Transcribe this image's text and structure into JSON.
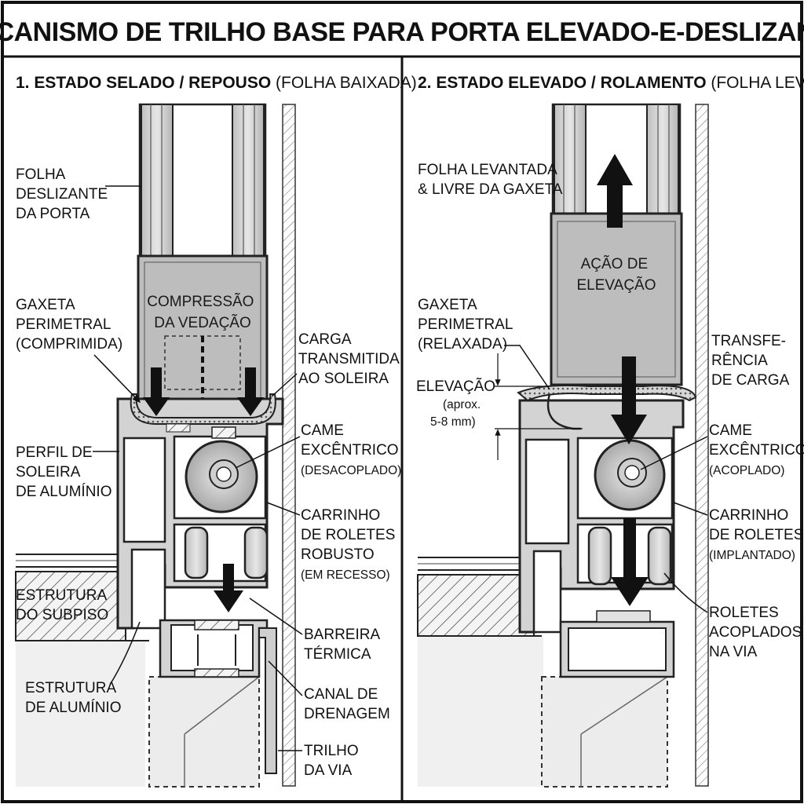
{
  "title": "MECANISMO DE TRILHO BASE PARA PORTA ELEVADO-E-DESLIZANTE",
  "left": {
    "heading_bold": "1. ESTADO SELADO / REPOUSO",
    "heading_rest": " (FOLHA BAIXADA)",
    "labels": {
      "leaf": [
        "FOLHA",
        "DESLIZANTE",
        "DA PORTA"
      ],
      "gasket": [
        "GAXETA",
        "PERIMETRAL",
        "(COMPRIMIDA)"
      ],
      "sill": [
        "PERFIL DE",
        "SOLEIRA",
        "DE ALUMÍNIO"
      ],
      "subfloor": [
        "ESTRUTURA",
        "DO SUBPISO"
      ],
      "structure": [
        "ESTRUTURA",
        "DE ALUMÍNIO"
      ],
      "compression": [
        "COMPRESSÃO",
        "DA VEDAÇÃO"
      ],
      "load": [
        "CARGA",
        "TRANSMITIDA",
        "AO SOLEIRA"
      ],
      "cam": [
        "CAME",
        "EXCÊNTRICO",
        "(DESACOPLADO)"
      ],
      "carriage": [
        "CARRINHO",
        "DE ROLETES",
        "ROBUSTO",
        "(EM RECESSO)"
      ],
      "thermal": [
        "BARREIRA",
        "TÉRMICA"
      ],
      "drain": [
        "CANAL DE",
        "DRENAGEM"
      ],
      "track": [
        "TRILHO",
        "DA VIA"
      ]
    }
  },
  "right": {
    "heading_bold": "2. ESTADO ELEVADO / ROLAMENTO",
    "heading_rest": " (FOLHA LEVANTADA)",
    "labels": {
      "leaf": [
        "FOLHA LEVANTADA",
        "& LIVRE DA GAXETA"
      ],
      "lift_action": [
        "AÇÃO DE",
        "ELEVAÇÃO"
      ],
      "gasket": [
        "GAXETA",
        "PERIMETRAL",
        "(RELAXADA)"
      ],
      "lift": [
        "ELEVAÇÃO",
        "(aprox.",
        "5-8 mm)"
      ],
      "transfer": [
        "TRANSFE-",
        "RÊNCIA",
        "DE CARGA"
      ],
      "cam": [
        "CAME",
        "EXCÊNTRICO",
        "(ACOPLADO)"
      ],
      "carriage": [
        "CARRINHO",
        "DE ROLETES",
        "(IMPLANTADO)"
      ],
      "rollers": [
        "ROLETES",
        "ACOPLADOS",
        "NA VIA"
      ]
    }
  },
  "colors": {
    "ink": "#111111",
    "aluminum": "#cfcfcf",
    "aluminum_dark": "#8f8f8f",
    "leaf_fill": "#bdbdbd",
    "panel_bg": "#ffffff",
    "gasket": "#9a9a9a"
  }
}
